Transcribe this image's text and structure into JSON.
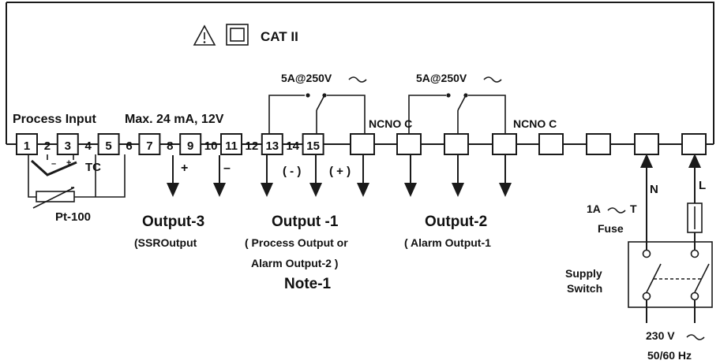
{
  "header": {
    "cat_label": "CAT II",
    "icons": [
      "warning-triangle-icon",
      "double-insulation-icon"
    ]
  },
  "terminals": [
    "1",
    "2",
    "3",
    "4",
    "5",
    "6",
    "7",
    "8",
    "9",
    "10",
    "11",
    "12",
    "13",
    "14",
    "15"
  ],
  "labels": {
    "process_input": "Process Input",
    "max_rating": "Max. 24 mA, 12V",
    "relay1_rating": "5A@250V",
    "relay2_rating": "5A@250V",
    "ncnoc_1": "NCNO C",
    "ncnoc_2": "NCNO C",
    "tc": "TC",
    "pt100": "Pt-100",
    "plus": "+",
    "minus": "–",
    "out1_neg": "( - )",
    "out1_pos": "( + )",
    "n": "N",
    "l": "L",
    "fuse_rating": "1A",
    "fuse_t": "T",
    "fuse": "Fuse",
    "supply_1": "Supply",
    "supply_2": "Switch",
    "volt": "230 V",
    "hz": "50/60 Hz"
  },
  "outputs": {
    "output3_title": "Output-3",
    "output3_sub": "(SSROutput",
    "output1_title": "Output -1",
    "output1_sub1": "( Process Output or",
    "output1_sub2": "Alarm Output-2 )",
    "note": "Note-1",
    "output2_title": "Output-2",
    "output2_sub": "( Alarm Output-1"
  }
}
